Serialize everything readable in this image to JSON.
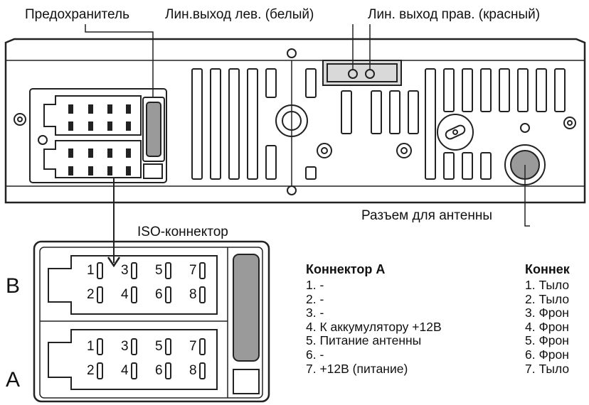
{
  "labels": {
    "fuse": "Предохранитель",
    "line_out_left": "Лин.выход лев. (белый)",
    "line_out_right": "Лин. выход прав. (красный)",
    "antenna": "Разъем для антенны",
    "iso": "ISO-коннектор",
    "row_b": "B",
    "row_a": "A"
  },
  "pins_top": [
    "1",
    "3",
    "5",
    "7"
  ],
  "pins_bottom": [
    "2",
    "4",
    "6",
    "8"
  ],
  "connector_a": {
    "title": "Коннектор А",
    "items": [
      "1. -",
      "2. -",
      "3. -",
      "4. К аккумулятору +12В",
      "5. Питание антенны",
      "6. -",
      "7. +12В (питание)"
    ]
  },
  "connector_b": {
    "title": "Коннек",
    "items": [
      "1. Тыло",
      "2. Тыло",
      "3. Фрон",
      "4. Фрон",
      "5. Фрон",
      "6. Фрон",
      "7. Тыло"
    ]
  },
  "colors": {
    "line": "#222222",
    "fill_gray": "#999999",
    "fill_light": "#e6e6e6"
  }
}
